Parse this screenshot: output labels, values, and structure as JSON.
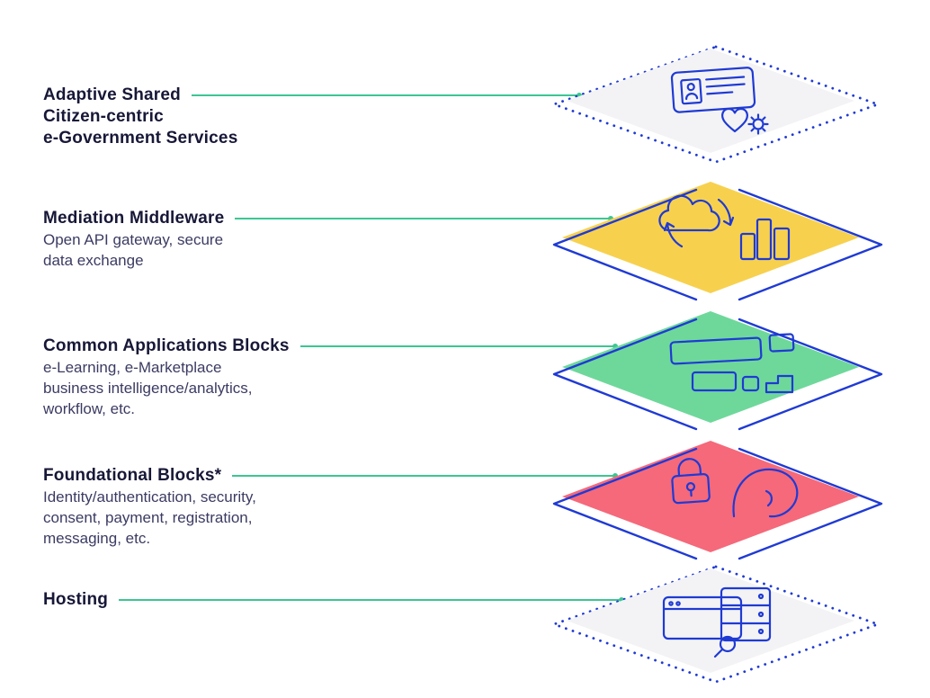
{
  "colors": {
    "connector": "#3cc692",
    "outline_blue": "#1f3ad4",
    "title_text": "#171738",
    "body_text": "#3b3b63"
  },
  "layers": [
    {
      "name": "services",
      "title_lines": [
        "Adaptive Shared",
        "Citizen-centric",
        "e-Government Services"
      ],
      "description_lines": [],
      "fill_color": "#f3f3f5",
      "border": "dotted",
      "icon": "citizen-services-icon"
    },
    {
      "name": "mediation-middleware",
      "title_lines": [
        "Mediation Middleware"
      ],
      "description_lines": [
        "Open API gateway, secure",
        "data exchange"
      ],
      "fill_color": "#f7d14e",
      "border": "solid",
      "icon": "cloud-sync-icon"
    },
    {
      "name": "common-applications-blocks",
      "title_lines": [
        "Common Applications Blocks"
      ],
      "description_lines": [
        "e-Learning, e-Marketplace",
        "business intelligence/analytics,",
        "workflow, etc."
      ],
      "fill_color": "#6ed89b",
      "border": "solid",
      "icon": "building-blocks-icon"
    },
    {
      "name": "foundational-blocks",
      "title_lines": [
        "Foundational Blocks*"
      ],
      "description_lines": [
        "Identity/authentication, security,",
        "consent, payment, registration,",
        "messaging, etc."
      ],
      "fill_color": "#f5697a",
      "border": "solid",
      "icon": "lock-identity-icon"
    },
    {
      "name": "hosting",
      "title_lines": [
        "Hosting"
      ],
      "description_lines": [],
      "fill_color": "#f3f3f5",
      "border": "dotted",
      "icon": "server-hosting-icon"
    }
  ]
}
